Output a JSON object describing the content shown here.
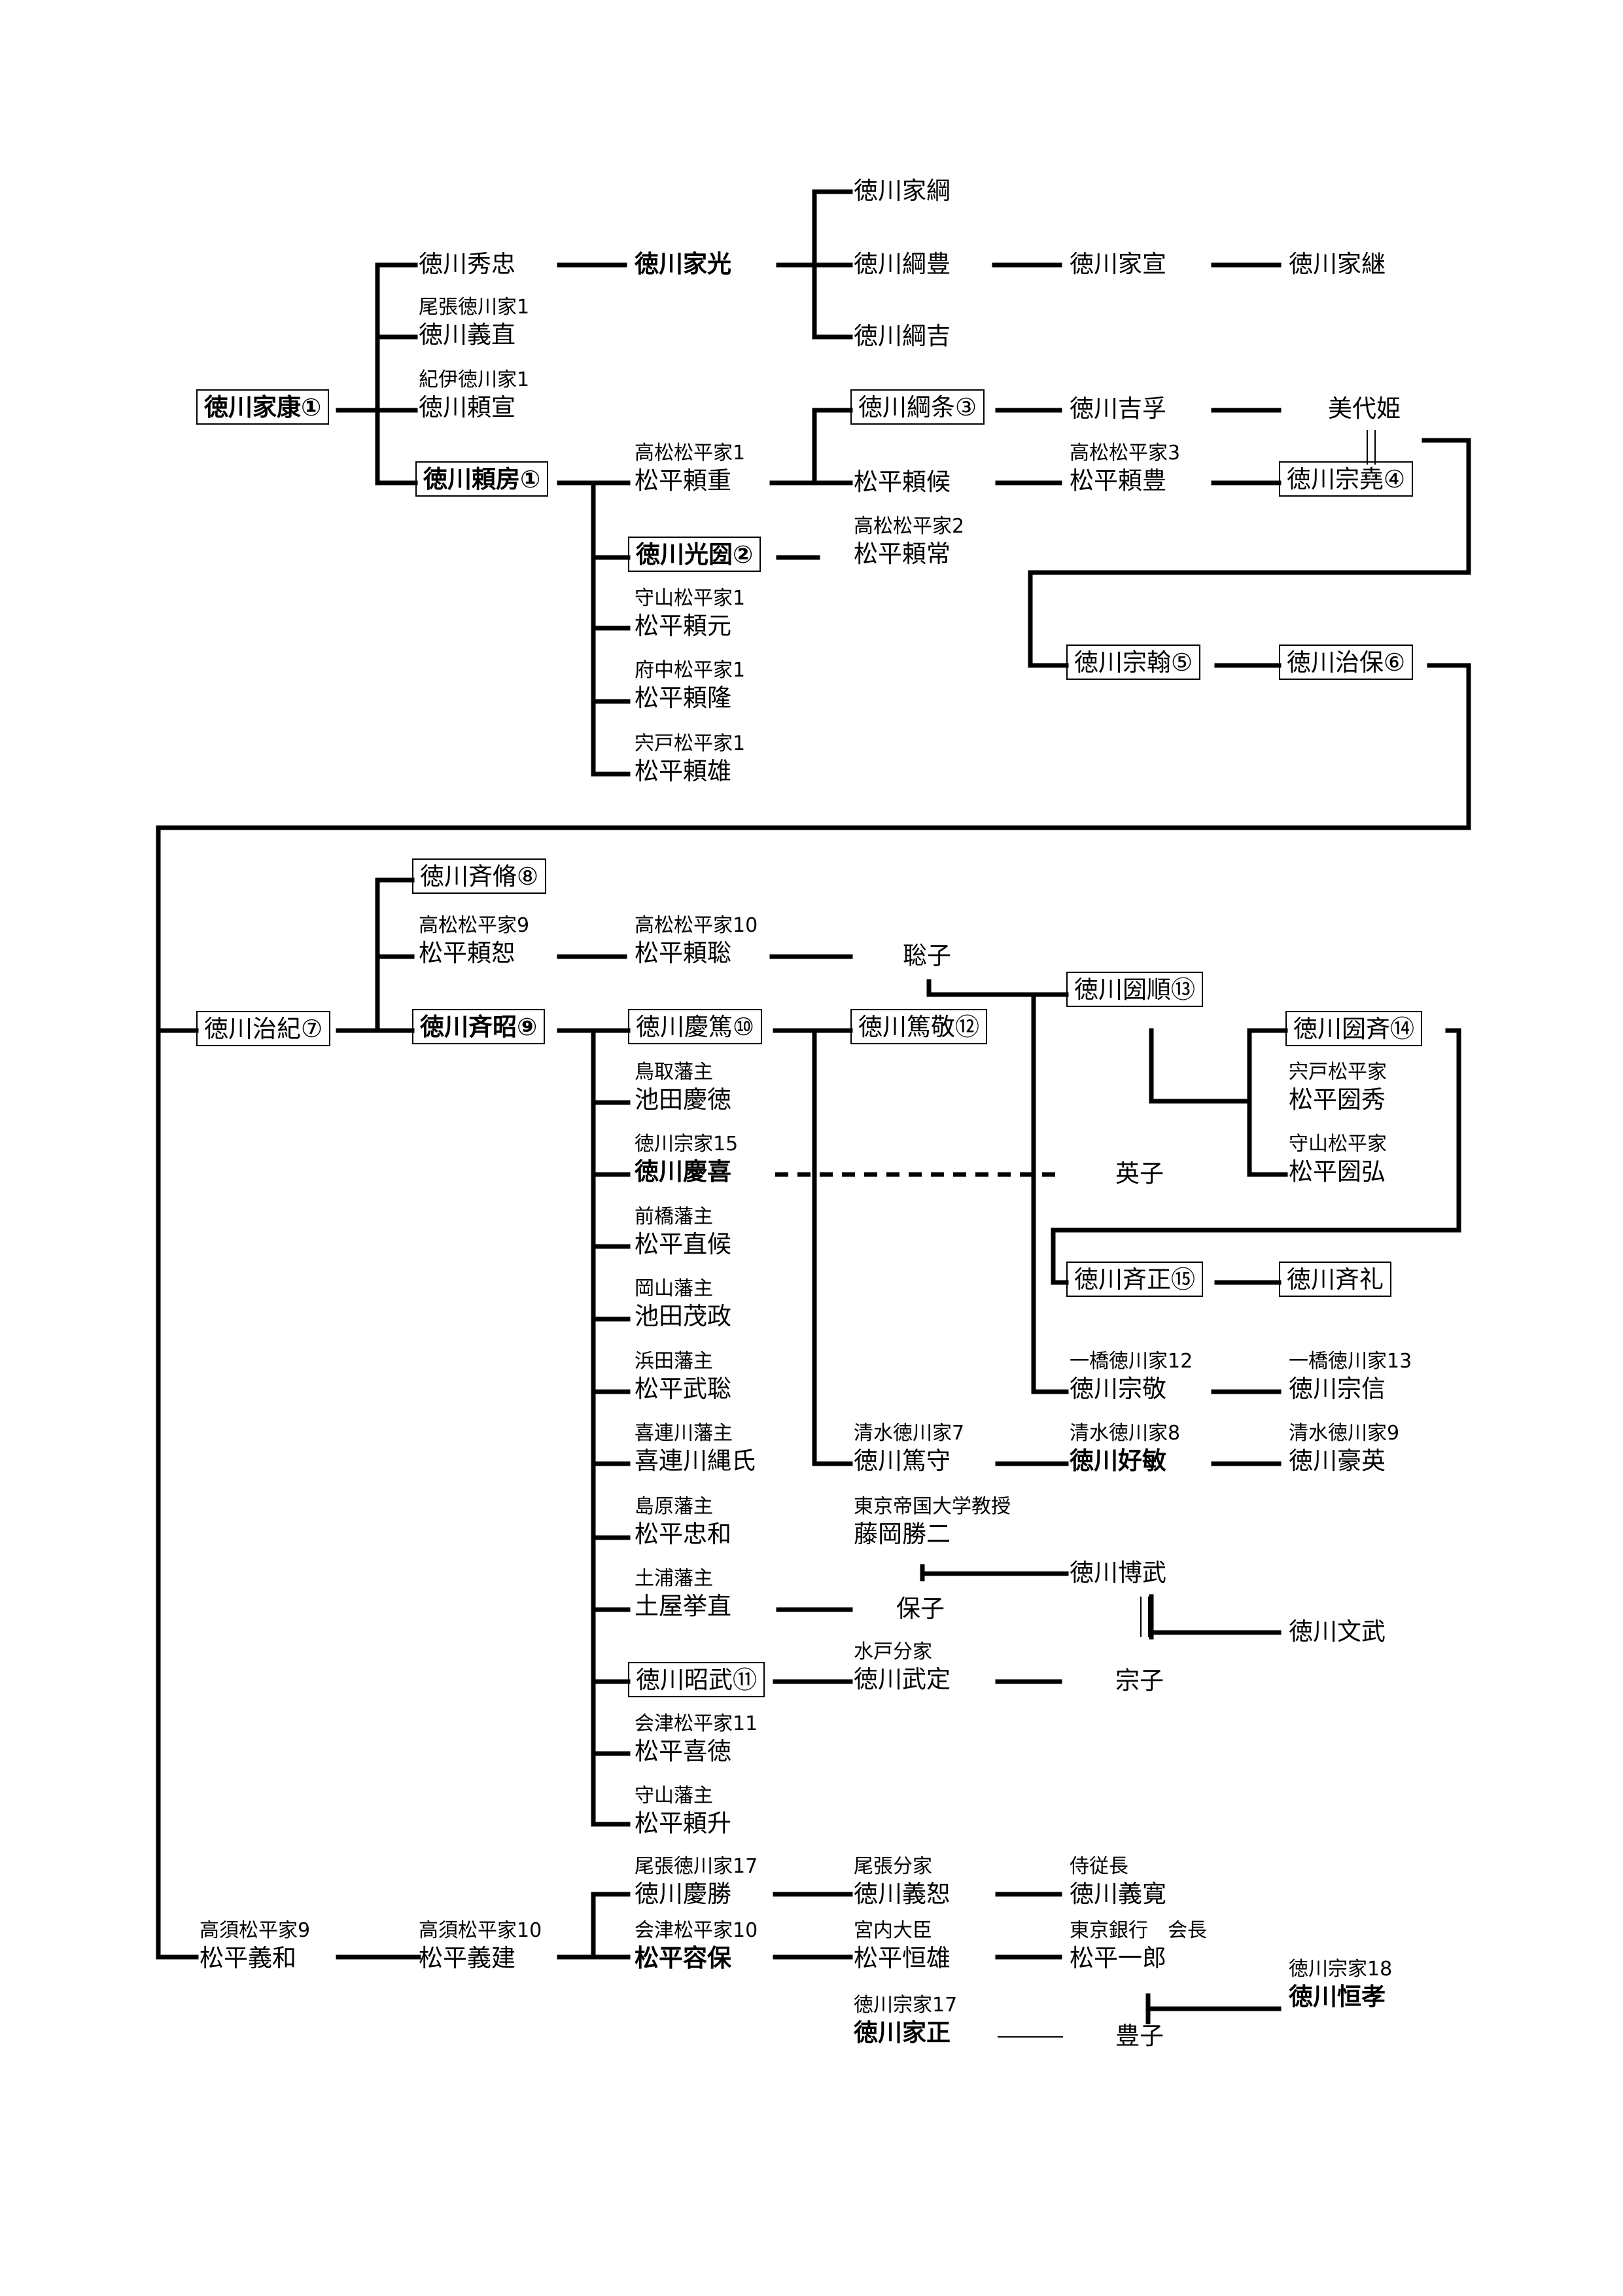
{
  "people": [
    {
      "id": "ieyasu",
      "name": "徳川家康①",
      "bold": true,
      "boxed": true
    },
    {
      "id": "hidetada",
      "name": "徳川秀忠"
    },
    {
      "id": "yoshinao",
      "name": "徳川義直",
      "sub": "尾張徳川家1"
    },
    {
      "id": "yorinobu",
      "name": "徳川頼宣",
      "sub": "紀伊徳川家1"
    },
    {
      "id": "yorifusa",
      "name": "徳川頼房①",
      "bold": true,
      "boxed": true
    },
    {
      "id": "iemitsu",
      "name": "徳川家光",
      "bold": true
    },
    {
      "id": "ietsuna",
      "name": "徳川家綱"
    },
    {
      "id": "tsunashige",
      "name": "徳川綱豊"
    },
    {
      "id": "tsunayoshi",
      "name": "徳川綱吉"
    },
    {
      "id": "ienobu",
      "name": "徳川家宣"
    },
    {
      "id": "ietsugu",
      "name": "徳川家継"
    },
    {
      "id": "yorishige",
      "name": "松平頼重",
      "sub": "高松松平家1"
    },
    {
      "id": "tsunaeda",
      "name": "徳川綱条③",
      "boxed": true
    },
    {
      "id": "yoritoshi",
      "name": "松平頼候"
    },
    {
      "id": "yoshimune",
      "name": "徳川吉孚"
    },
    {
      "id": "miyohime",
      "name": "美代姫"
    },
    {
      "id": "yoritoyo",
      "name": "松平頼豊",
      "sub": "高松松平家3"
    },
    {
      "id": "munetaka",
      "name": "徳川宗堯④",
      "boxed": true
    },
    {
      "id": "mitsukuni",
      "name": "徳川光圀②",
      "bold": true,
      "boxed": true
    },
    {
      "id": "yoritsune",
      "name": "松平頼常",
      "sub": "高松松平家2"
    },
    {
      "id": "yorimoto",
      "name": "松平頼元",
      "sub": "守山松平家1"
    },
    {
      "id": "yoritaka",
      "name": "松平頼隆",
      "sub": "府中松平家1"
    },
    {
      "id": "yorio",
      "name": "松平頼雄",
      "sub": "宍戸松平家1"
    },
    {
      "id": "munemoto",
      "name": "徳川宗翰⑤",
      "boxed": true
    },
    {
      "id": "harumori",
      "name": "徳川治保⑥",
      "boxed": true
    },
    {
      "id": "harutoshi",
      "name": "徳川治紀⑦",
      "boxed": true
    },
    {
      "id": "narinobu",
      "name": "徳川斉脩⑧",
      "boxed": true
    },
    {
      "id": "yorihiro",
      "name": "松平頼恕",
      "sub": "高松松平家9"
    },
    {
      "id": "yoritoshi2",
      "name": "松平頼聡",
      "sub": "高松松平家10"
    },
    {
      "id": "satoko",
      "name": "聡子"
    },
    {
      "id": "nariaki",
      "name": "徳川斉昭⑨",
      "bold": true,
      "boxed": true
    },
    {
      "id": "yoshiatsu",
      "name": "徳川慶篤⑩",
      "boxed": true
    },
    {
      "id": "atsuyoshi",
      "name": "徳川篤敬⑫",
      "boxed": true
    },
    {
      "id": "kuniyuki",
      "name": "徳川圀順⑬",
      "boxed": true
    },
    {
      "id": "kunizane",
      "name": "徳川圀斉⑭",
      "boxed": true
    },
    {
      "id": "yoshinori",
      "name": "池田慶徳",
      "sub": "鳥取藩主"
    },
    {
      "id": "kunihide",
      "name": "松平圀秀",
      "sub": "宍戸松平家"
    },
    {
      "id": "yoshinobu",
      "name": "徳川慶喜",
      "sub": "徳川宗家15",
      "bold": true
    },
    {
      "id": "eiko",
      "name": "英子"
    },
    {
      "id": "kunihiro",
      "name": "松平圀弘",
      "sub": "守山松平家"
    },
    {
      "id": "naoyasu",
      "name": "松平直候",
      "sub": "前橋藩主"
    },
    {
      "id": "mochimasa",
      "name": "池田茂政",
      "sub": "岡山藩主"
    },
    {
      "id": "narimasa",
      "name": "徳川斉正⑮",
      "boxed": true
    },
    {
      "id": "narihiro",
      "name": "徳川斉礼",
      "boxed": true
    },
    {
      "id": "taketoshi",
      "name": "松平武聡",
      "sub": "浜田藩主"
    },
    {
      "id": "munetaka2",
      "name": "徳川宗敬",
      "sub": "一橋徳川家12"
    },
    {
      "id": "muneshige",
      "name": "徳川宗信",
      "sub": "一橋徳川家13"
    },
    {
      "id": "nagauji",
      "name": "喜連川縄氏",
      "sub": "喜連川藩主"
    },
    {
      "id": "atsumori",
      "name": "徳川篤守",
      "sub": "清水徳川家7"
    },
    {
      "id": "yoshitoshi",
      "name": "徳川好敏",
      "sub": "清水徳川家8",
      "bold": true
    },
    {
      "id": "toshihide",
      "name": "徳川豪英",
      "sub": "清水徳川家9"
    },
    {
      "id": "tadakazu",
      "name": "松平忠和",
      "sub": "島原藩主"
    },
    {
      "id": "fujioka",
      "name": "藤岡勝二",
      "sub": "東京帝国大学教授"
    },
    {
      "id": "hirotake",
      "name": "徳川博武"
    },
    {
      "id": "shigenao",
      "name": "土屋挙直",
      "sub": "土浦藩主"
    },
    {
      "id": "yasuko",
      "name": "保子"
    },
    {
      "id": "fumitake",
      "name": "徳川文武"
    },
    {
      "id": "akitake",
      "name": "徳川昭武⑪",
      "boxed": true
    },
    {
      "id": "takesada",
      "name": "徳川武定",
      "sub": "水戸分家"
    },
    {
      "id": "muneko",
      "name": "宗子"
    },
    {
      "id": "yoshinori2",
      "name": "松平喜徳",
      "sub": "会津松平家11"
    },
    {
      "id": "yorinori",
      "name": "松平頼升",
      "sub": "守山藩主"
    },
    {
      "id": "yoshikatsu",
      "name": "徳川慶勝",
      "sub": "尾張徳川家17"
    },
    {
      "id": "yoshihiro",
      "name": "徳川義恕",
      "sub": "尾張分家"
    },
    {
      "id": "yoshihiro2",
      "name": "徳川義寛",
      "sub": "侍従長"
    },
    {
      "id": "yoshiyori",
      "name": "松平義和",
      "sub": "高須松平家9"
    },
    {
      "id": "yoshitatsu",
      "name": "松平義建",
      "sub": "高須松平家10"
    },
    {
      "id": "katamori",
      "name": "松平容保",
      "sub": "会津松平家10",
      "bold": true
    },
    {
      "id": "tsuneo",
      "name": "松平恒雄",
      "sub": "宮内大臣"
    },
    {
      "id": "ichiro",
      "name": "松平一郎",
      "sub": "東京銀行　会長"
    },
    {
      "id": "tsunenari",
      "name": "徳川恒孝",
      "sub": "徳川宗家18",
      "bold": true
    },
    {
      "id": "iemasa",
      "name": "徳川家正",
      "sub": "徳川宗家17",
      "bold": true
    },
    {
      "id": "toyoko",
      "name": "豊子"
    }
  ]
}
